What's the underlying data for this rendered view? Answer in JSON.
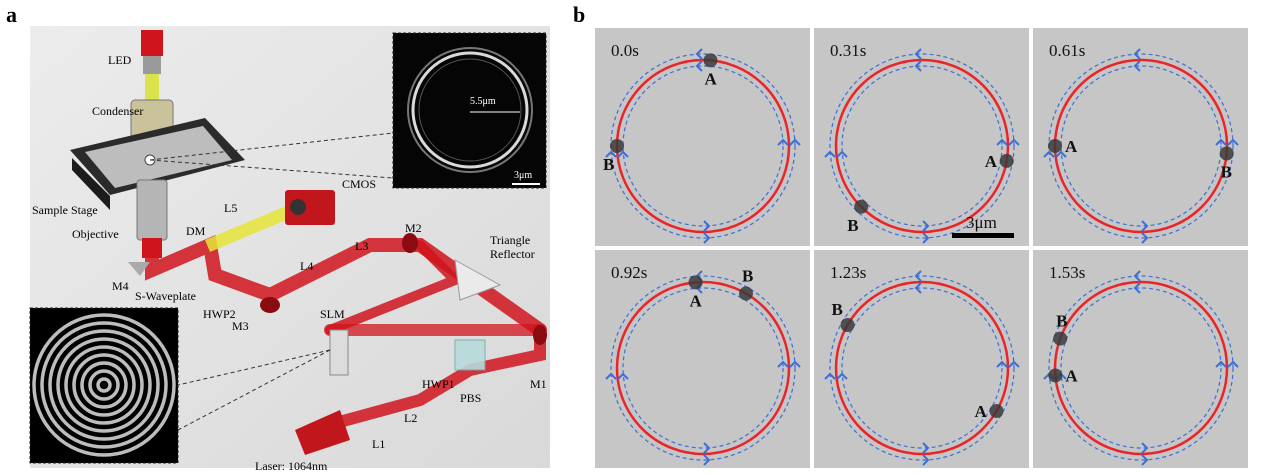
{
  "panel_a": {
    "letter": "a",
    "labels": {
      "led": "LED",
      "condenser": "Condenser",
      "cmos": "CMOS",
      "sample_stage": "Sample Stage",
      "objective": "Objective",
      "dm": "DM",
      "l5": "L5",
      "m4": "M4",
      "s_waveplate": "S-Waveplate",
      "hwp2": "HWP2",
      "m3": "M3",
      "l4": "L4",
      "l3": "L3",
      "m2": "M2",
      "triangle_reflector": "Triangle\nReflector",
      "slm": "SLM",
      "pbs": "PBS",
      "m1": "M1",
      "hwp1": "HWP1",
      "l1": "L1",
      "l2": "L2",
      "laser": "Laser: 1064nm"
    },
    "inset_ring": {
      "radius_label": "5.5μm",
      "scale_label": "3μm"
    }
  },
  "panel_b": {
    "letter": "b",
    "scale_label": "3μm",
    "frames": [
      {
        "time": "0.0s",
        "A_angle": 85,
        "B_angle": 180,
        "A_label_pos": "below",
        "B_label_pos": "below-left"
      },
      {
        "time": "0.31s",
        "A_angle": 350,
        "B_angle": 225,
        "A_label_pos": "left",
        "B_label_pos": "below-left"
      },
      {
        "time": "0.61s",
        "A_angle": 180,
        "B_angle": 355,
        "A_label_pos": "right",
        "B_label_pos": "below"
      },
      {
        "time": "0.92s",
        "A_angle": 95,
        "B_angle": 60,
        "A_label_pos": "below",
        "B_label_pos": "above"
      },
      {
        "time": "1.23s",
        "A_angle": 330,
        "B_angle": 150,
        "A_label_pos": "left",
        "B_label_pos": "above-left"
      },
      {
        "time": "1.53s",
        "A_angle": 185,
        "B_angle": 160,
        "A_label_pos": "right",
        "B_label_pos": "above"
      }
    ],
    "colors": {
      "ring": "#e8252b",
      "dashed": "#3b6fd6",
      "arrow": "#3b6fd6",
      "bg": "#c6c6c6"
    }
  }
}
